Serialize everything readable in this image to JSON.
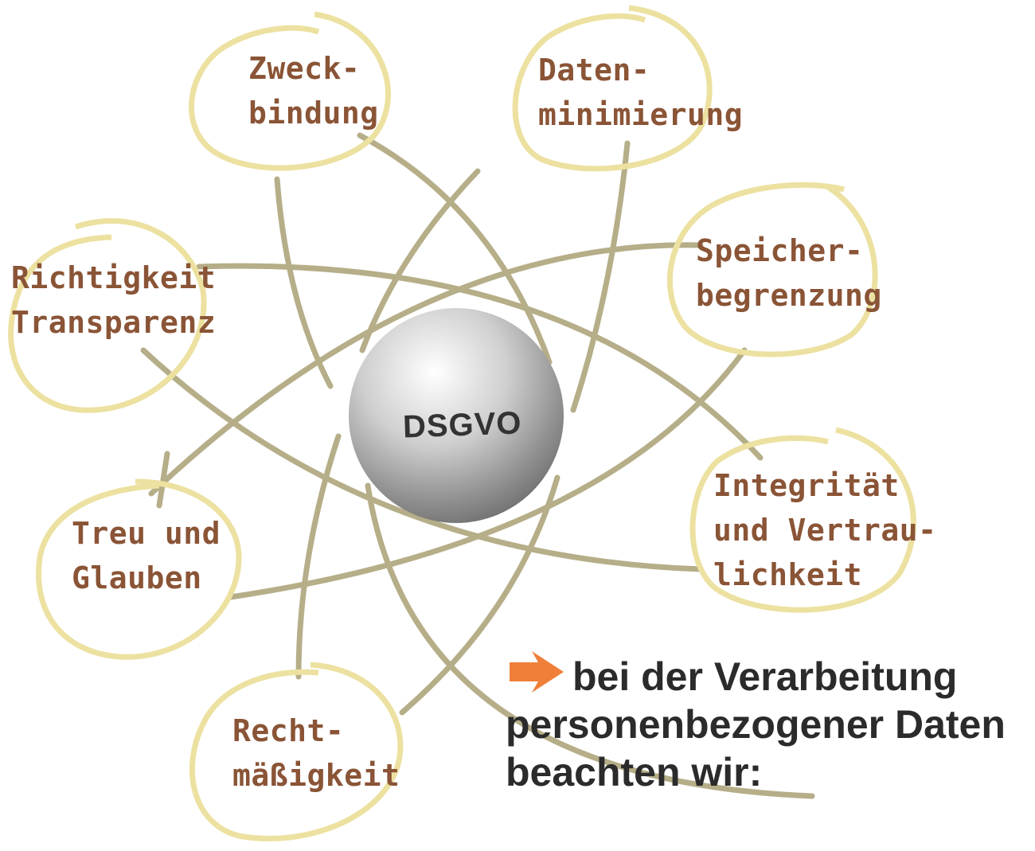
{
  "center": {
    "label": "DSGVO"
  },
  "principles": [
    {
      "id": "zweckbindung",
      "lines": [
        "Zweck-",
        "bindung"
      ]
    },
    {
      "id": "datenminimierung",
      "lines": [
        "Daten-",
        "minimierung"
      ]
    },
    {
      "id": "speicherbegrenzung",
      "lines": [
        "Speicher-",
        "begrenzung"
      ]
    },
    {
      "id": "integritaet",
      "lines": [
        "Integrität",
        "und Vertrau-",
        "lichkeit"
      ]
    },
    {
      "id": "rechtmaessigkeit",
      "lines": [
        "Recht-",
        "mäßigkeit"
      ]
    },
    {
      "id": "treu",
      "lines": [
        "Treu und",
        "Glauben"
      ]
    },
    {
      "id": "richtigkeit",
      "lines": [
        "Richtigkeit",
        "Transparenz"
      ]
    }
  ],
  "footer": {
    "line1": "bei der Verarbeitung",
    "line2": "personenbezogener Daten",
    "line3": "beachten wir:"
  },
  "colors": {
    "circle_stroke": "#ece1a0",
    "arc_stroke": "#b5ae88",
    "label_text": "#8a5436",
    "arrow": "#ef7f39",
    "footer_text": "#2b2b2b"
  }
}
